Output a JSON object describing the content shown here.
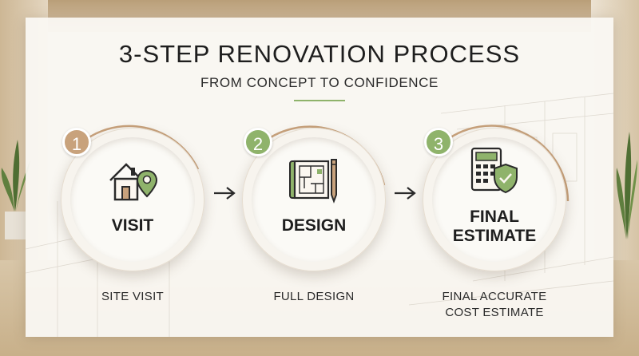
{
  "header": {
    "title": "3-STEP RENOVATION PROCESS",
    "subtitle": "FROM CONCEPT TO CONFIDENCE"
  },
  "steps": [
    {
      "number": "1",
      "title": "VISIT",
      "caption": "SITE VISIT",
      "icon": "house-location-pin-icon",
      "badge_color": "#c8a27c"
    },
    {
      "number": "2",
      "title": "DESIGN",
      "caption": "FULL DESIGN",
      "icon": "blueprint-pencil-icon",
      "badge_color": "#8fb36b"
    },
    {
      "number": "3",
      "title_lines": [
        "FINAL",
        "ESTIMATE"
      ],
      "caption_lines": [
        "FINAL ACCURATE",
        "COST ESTIMATE"
      ],
      "icon": "calculator-shield-icon",
      "badge_color": "#8fb36b"
    }
  ],
  "colors": {
    "accent_green": "#8fb36b",
    "accent_tan": "#c8a27c",
    "text_dark": "#1e1e1e"
  }
}
